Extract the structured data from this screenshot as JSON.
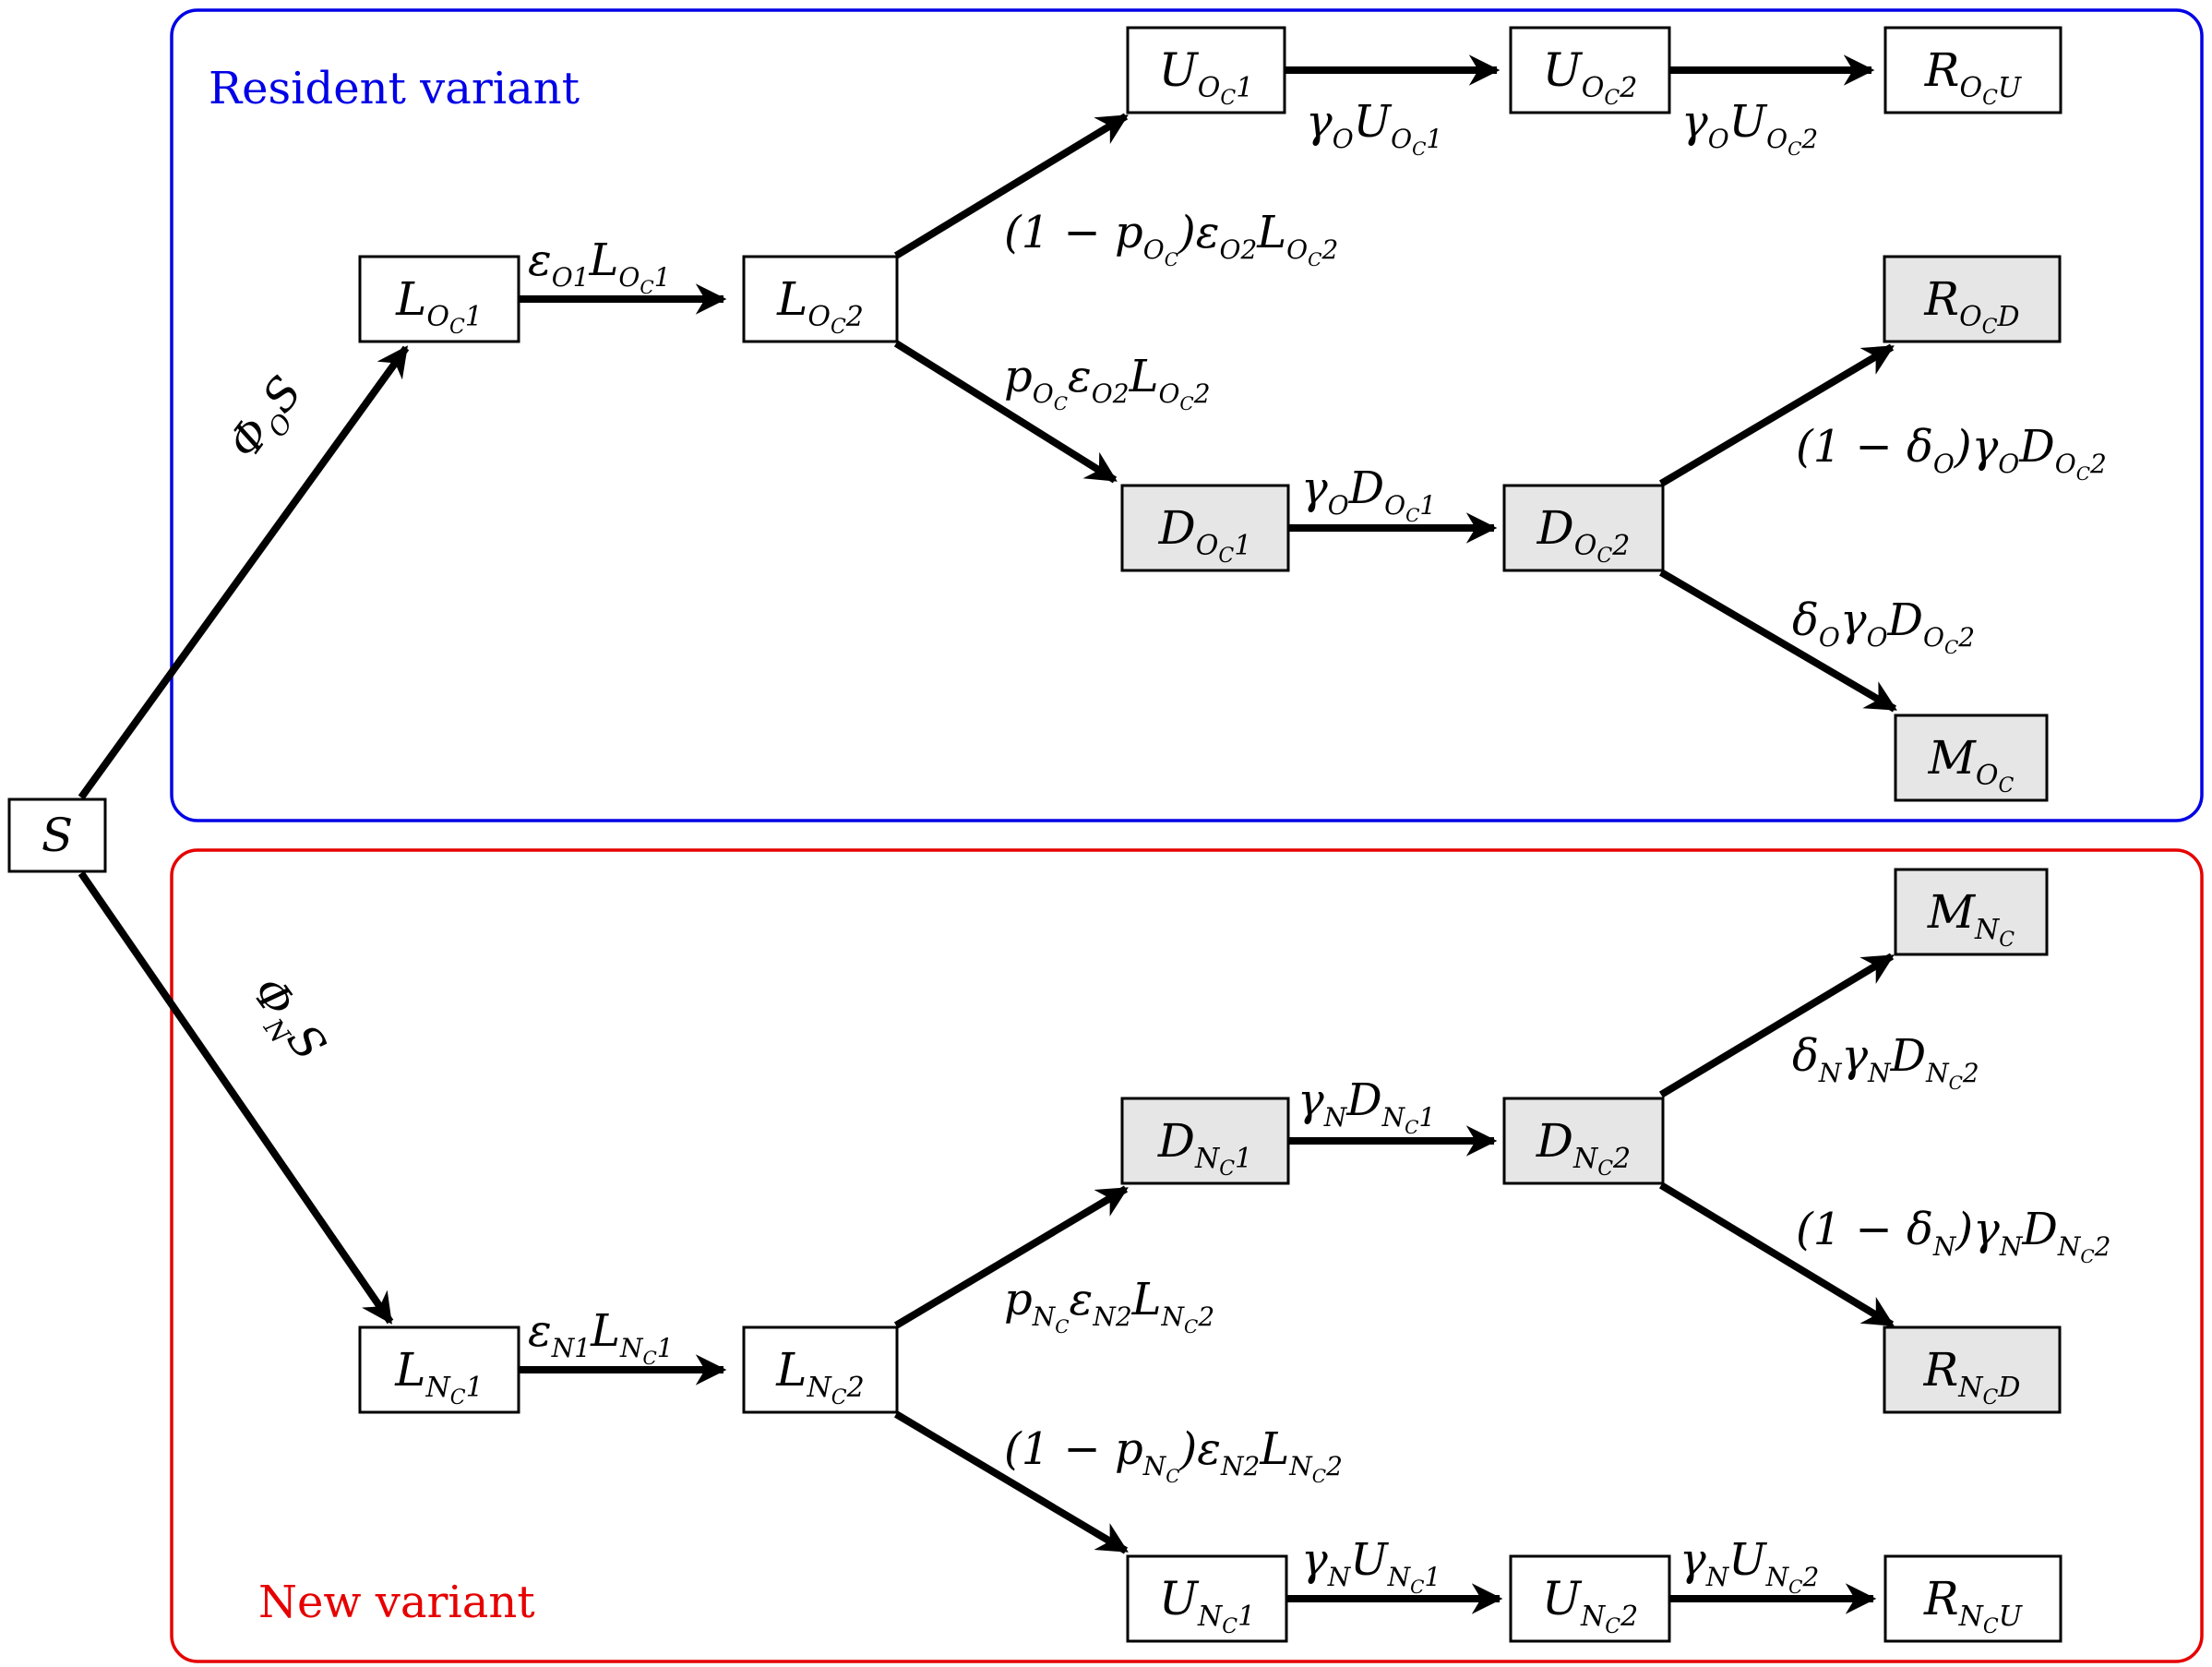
{
  "panels": {
    "resident": {
      "label": "Resident variant",
      "color": "#0000e6"
    },
    "new": {
      "label": "New variant",
      "color": "#e60000"
    }
  },
  "colors": {
    "white_node": "#ffffff",
    "gray_node": "#e6e6e6"
  },
  "nodes": {
    "S": {
      "text": "S"
    },
    "LOc1": {
      "text": "L",
      "sub": "O",
      "subsub": "C",
      "tail": "1"
    },
    "LOc2": {
      "text": "L",
      "sub": "O",
      "subsub": "C",
      "tail": "2"
    },
    "UOc1": {
      "text": "U",
      "sub": "O",
      "subsub": "C",
      "tail": "1"
    },
    "UOc2": {
      "text": "U",
      "sub": "O",
      "subsub": "C",
      "tail": "2"
    },
    "ROcU": {
      "text": "R",
      "sub": "O",
      "subsub": "C",
      "tail": "U"
    },
    "ROcD": {
      "text": "R",
      "sub": "O",
      "subsub": "C",
      "tail": "D"
    },
    "DOc1": {
      "text": "D",
      "sub": "O",
      "subsub": "C",
      "tail": "1"
    },
    "DOc2": {
      "text": "D",
      "sub": "O",
      "subsub": "C",
      "tail": "2"
    },
    "MOc": {
      "text": "M",
      "sub": "O",
      "subsub": "C",
      "tail": ""
    },
    "MNc": {
      "text": "M",
      "sub": "N",
      "subsub": "C",
      "tail": ""
    },
    "DNc1": {
      "text": "D",
      "sub": "N",
      "subsub": "C",
      "tail": "1"
    },
    "DNc2": {
      "text": "D",
      "sub": "N",
      "subsub": "C",
      "tail": "2"
    },
    "LNc1": {
      "text": "L",
      "sub": "N",
      "subsub": "C",
      "tail": "1"
    },
    "LNc2": {
      "text": "L",
      "sub": "N",
      "subsub": "C",
      "tail": "2"
    },
    "RNcD": {
      "text": "R",
      "sub": "N",
      "subsub": "C",
      "tail": "D"
    },
    "UNc1": {
      "text": "U",
      "sub": "N",
      "subsub": "C",
      "tail": "1"
    },
    "UNc2": {
      "text": "U",
      "sub": "N",
      "subsub": "C",
      "tail": "2"
    },
    "RNcU": {
      "text": "R",
      "sub": "N",
      "subsub": "C",
      "tail": "U"
    }
  },
  "edge_labels": {
    "phiO": {
      "pre": "Φ",
      "sub": "O",
      "post": "S"
    },
    "phiN": {
      "pre": "Φ",
      "sub": "N",
      "post": "S"
    },
    "eO1": {
      "pre": "ε",
      "sub": "O1",
      "mid": "L",
      "sub2": "O",
      "subsub2": "C",
      "tail": "1"
    },
    "eN1": {
      "pre": "ε",
      "sub": "N1",
      "mid": "L",
      "sub2": "N",
      "subsub2": "C",
      "tail": "1"
    },
    "upO": {
      "pre": "(1 − ",
      "p": "p",
      "psub": "O",
      "psubsub": "C",
      "post": ")",
      "eps": "ε",
      "epssub": "O2",
      "mid": "L",
      "sub2": "O",
      "subsub2": "C",
      "tail": "2"
    },
    "dnO": {
      "p": "p",
      "psub": "O",
      "psubsub": "C",
      "eps": "ε",
      "epssub": "O2",
      "mid": "L",
      "sub2": "O",
      "subsub2": "C",
      "tail": "2"
    },
    "upN": {
      "p": "p",
      "psub": "N",
      "psubsub": "C",
      "eps": "ε",
      "epssub": "N2",
      "mid": "L",
      "sub2": "N",
      "subsub2": "C",
      "tail": "2"
    },
    "dnN": {
      "pre": "(1 − ",
      "p": "p",
      "psub": "N",
      "psubsub": "C",
      "post": ")",
      "eps": "ε",
      "epssub": "N2",
      "mid": "L",
      "sub2": "N",
      "subsub2": "C",
      "tail": "2"
    },
    "gUO1": {
      "g": "γ",
      "gsub": "O",
      "mid": "U",
      "sub2": "O",
      "subsub2": "C",
      "tail": "1"
    },
    "gUO2": {
      "g": "γ",
      "gsub": "O",
      "mid": "U",
      "sub2": "O",
      "subsub2": "C",
      "tail": "2"
    },
    "gDO1": {
      "g": "γ",
      "gsub": "O",
      "mid": "D",
      "sub2": "O",
      "subsub2": "C",
      "tail": "1"
    },
    "gUN1": {
      "g": "γ",
      "gsub": "N",
      "mid": "U",
      "sub2": "N",
      "subsub2": "C",
      "tail": "1"
    },
    "gUN2": {
      "g": "γ",
      "gsub": "N",
      "mid": "U",
      "sub2": "N",
      "subsub2": "C",
      "tail": "2"
    },
    "gDN1": {
      "g": "γ",
      "gsub": "N",
      "mid": "D",
      "sub2": "N",
      "subsub2": "C",
      "tail": "1"
    },
    "recO": {
      "pre": "(1 − ",
      "d": "δ",
      "dsub": "O",
      "post": ")",
      "g": "γ",
      "gsub": "O",
      "mid": "D",
      "sub2": "O",
      "subsub2": "C",
      "tail": "2"
    },
    "dieO": {
      "d": "δ",
      "dsub": "O",
      "g": "γ",
      "gsub": "O",
      "mid": "D",
      "sub2": "O",
      "subsub2": "C",
      "tail": "2"
    },
    "dieN": {
      "d": "δ",
      "dsub": "N",
      "g": "γ",
      "gsub": "N",
      "mid": "D",
      "sub2": "N",
      "subsub2": "C",
      "tail": "2"
    },
    "recN": {
      "pre": "(1 − ",
      "d": "δ",
      "dsub": "N",
      "post": ")",
      "g": "γ",
      "gsub": "N",
      "mid": "D",
      "sub2": "N",
      "subsub2": "C",
      "tail": "2"
    }
  }
}
